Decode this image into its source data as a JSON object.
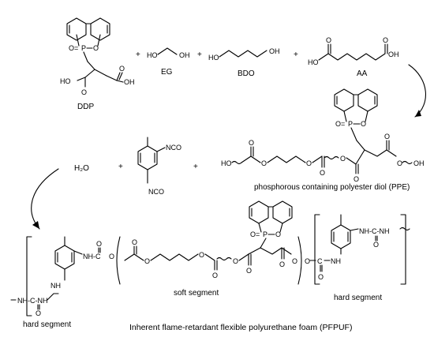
{
  "reactants": {
    "ddp": {
      "label": "DDP"
    },
    "eg": {
      "label": "EG"
    },
    "bdo": {
      "label": "BDO"
    },
    "aa": {
      "label": "AA"
    },
    "plus": "+"
  },
  "intermediate": {
    "label": "phosphorous containing polyester diol (PPE)"
  },
  "second_step": {
    "water": "H₂O",
    "plus": "+"
  },
  "product": {
    "soft_segment": "soft segment",
    "hard_segment_left": "hard segment",
    "hard_segment_right": "hard segment",
    "caption": "Inherent flame-retardant flexible polyurethane foam (PFPUF)"
  },
  "atoms": {
    "P": "P",
    "O": "O",
    "O_eq": "O=",
    "HO": "HO",
    "OH": "OH",
    "NCO": "NCO",
    "NH": "NH",
    "C": "C",
    "NH_C": "NH-C",
    "NH_C_NH": "NH-C-NH"
  }
}
